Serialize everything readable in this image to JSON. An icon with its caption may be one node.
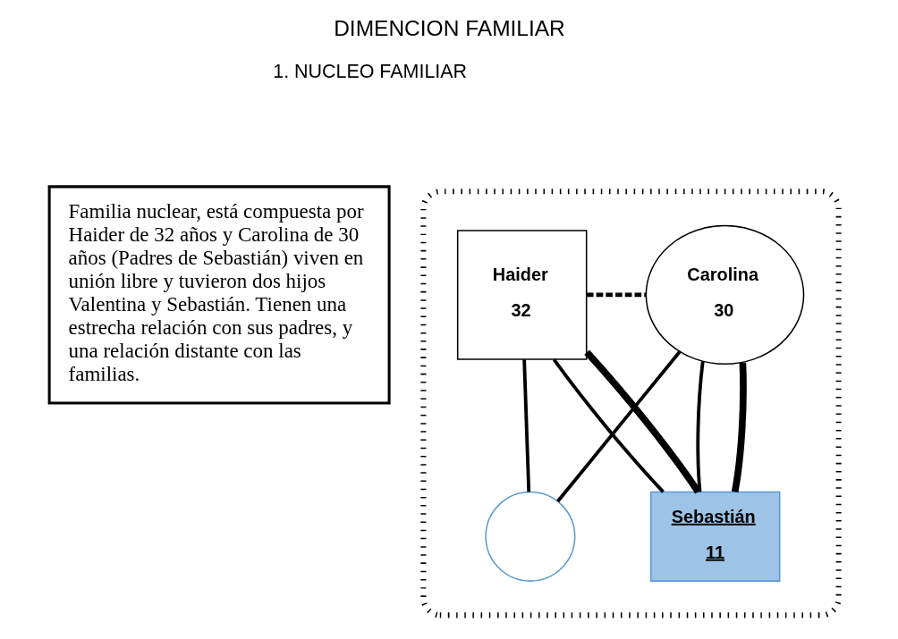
{
  "diagram": {
    "title": "DIMENCION FAMILIAR",
    "nodes": [
      {
        "text": [
          "Familia nuclear, está compuesta por Haider de 32 años y Carolina de 30 años (Padres de Sebastián) viven en unión libre y tuvieron dos hijos Valentina y Sebastián. Tienen una estrecha relación con sus padres, y una relación distante con las familias."
        ]
      },
      {
        "text": [],
        "shape": "cloud"
      },
      {
        "text": [
          "Haider",
          "32"
        ],
        "in": 1
      },
      {
        "text": [
          "Carolina",
          "30"
        ],
        "in": 1
      },
      {
        "text": [],
        "shape": "circle",
        "in": 1
      },
      {
        "text": [
          "Sebastián",
          "11"
        ],
        "in": 1
      }
    ],
    "edges": [
      {
        "from": 2,
        "to": 3,
        "arrow": "none",
        "style": "dashed"
      },
      {
        "from": 2,
        "to": 4,
        "arrow": "none"
      },
      {
        "from": 3,
        "to": 4,
        "arrow": "none"
      },
      {
        "from": 2,
        "to": 5,
        "arrow": "none"
      },
      {
        "from": 3,
        "to": 5,
        "arrow": "none"
      },
      {
        "from": 2,
        "to": 5,
        "arrow": "none",
        "style": "thick"
      },
      {
        "from": 3,
        "to": 5,
        "arrow": "none",
        "style": "thick"
      }
    ],
    "labels": [
      "1. NUCLEO FAMILIAR"
    ]
  }
}
